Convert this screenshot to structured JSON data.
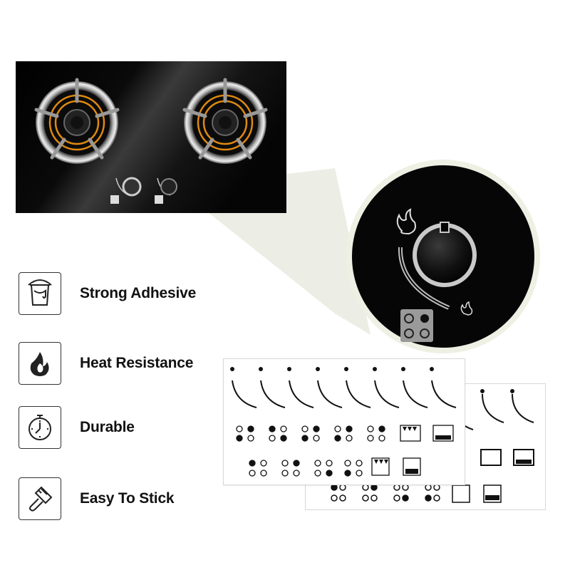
{
  "features": [
    {
      "label": "Strong Adhesive",
      "icon": "paint-bucket-icon"
    },
    {
      "label": "Heat Resistance",
      "icon": "flame-icon"
    },
    {
      "label": "Durable",
      "icon": "clock-icon"
    },
    {
      "label": "Easy To Stick",
      "icon": "brush-icon"
    }
  ],
  "colors": {
    "stove_glass": "#050505",
    "burner_ring": "#e08a10",
    "sheet_border": "#d8d8d8",
    "text": "#111111"
  }
}
